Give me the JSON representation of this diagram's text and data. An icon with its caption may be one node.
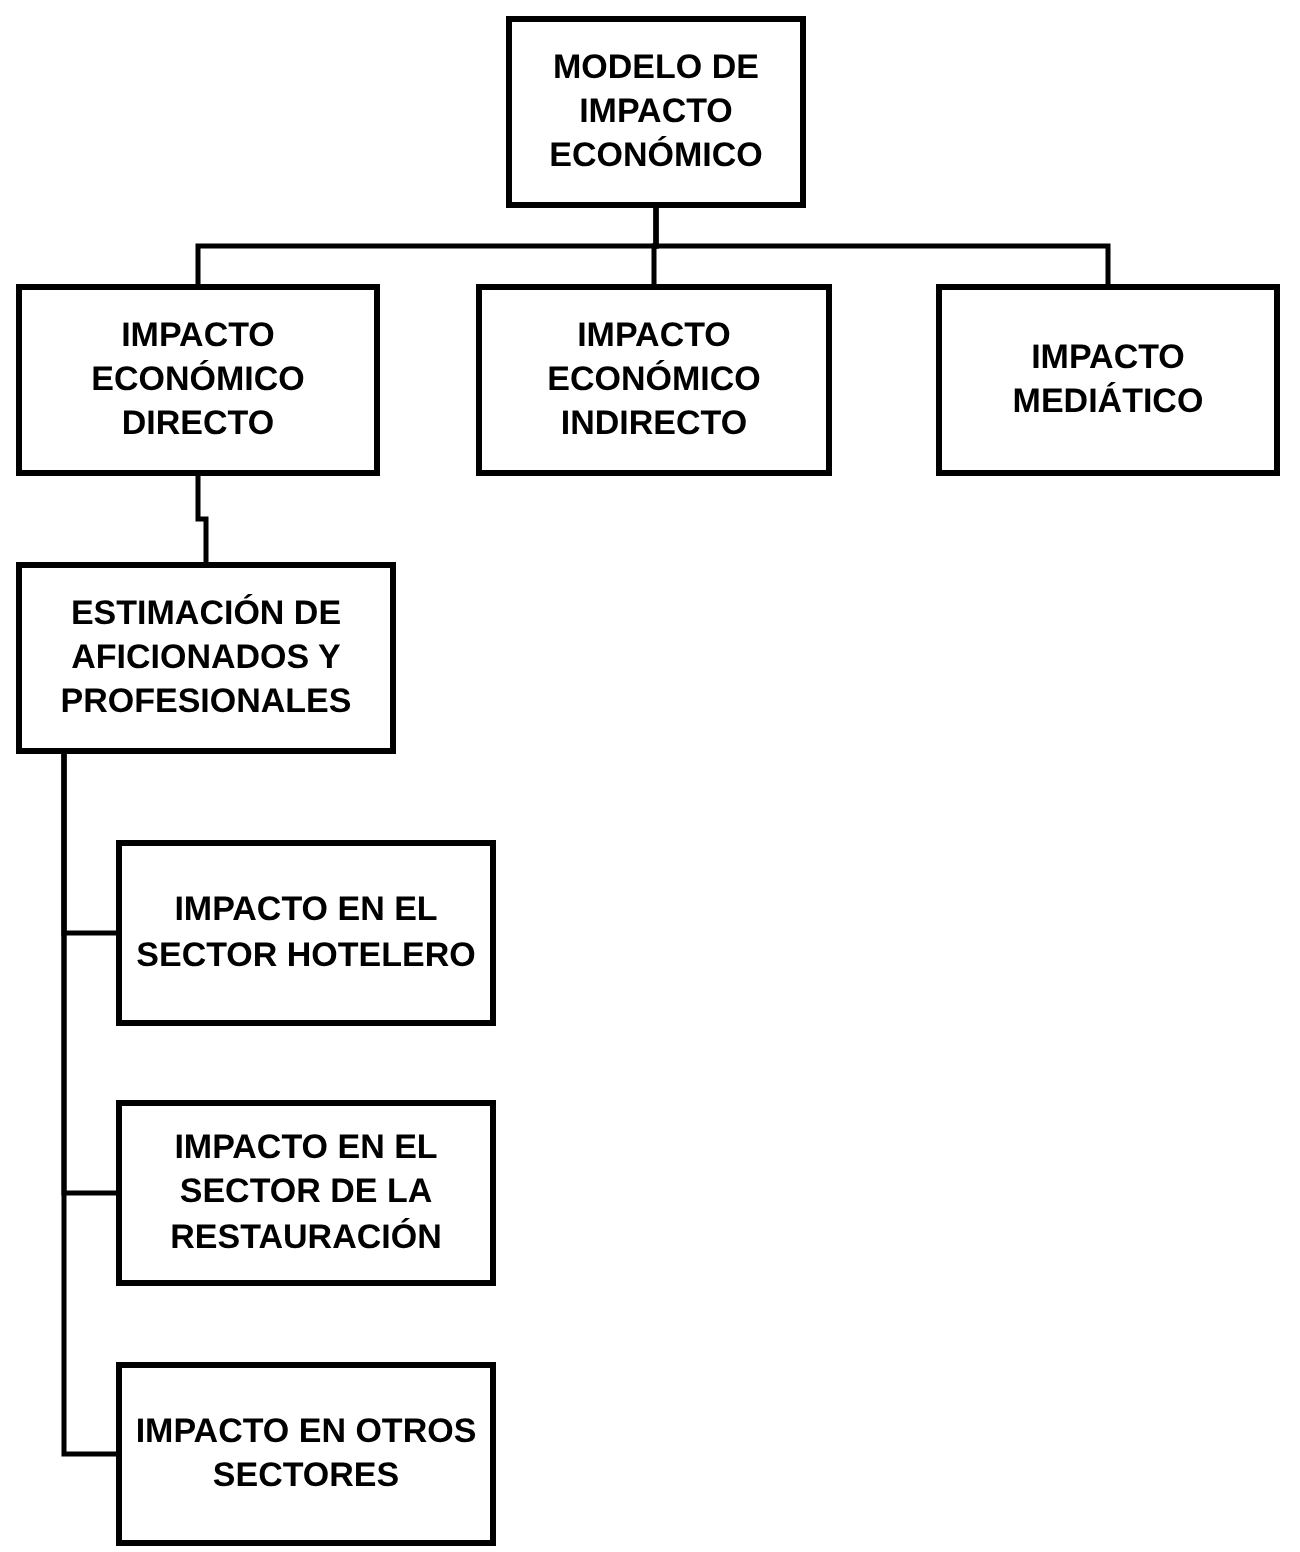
{
  "diagram": {
    "nodes": [
      {
        "text": [
          "MODELO DE IMPACTO ECONÓMICO"
        ]
      },
      {
        "text": [
          "IMPACTO ECONÓMICO DIRECTO"
        ]
      },
      {
        "text": [
          "IMPACTO ECONÓMICO INDIRECTO"
        ]
      },
      {
        "text": [
          "IMPACTO MEDIÁTICO"
        ]
      },
      {
        "text": [
          "ESTIMACIÓN DE AFICIONADOS Y PROFESIONALES"
        ]
      },
      {
        "text": [
          "IMPACTO EN EL SECTOR HOTELERO"
        ]
      },
      {
        "text": [
          "IMPACTO EN EL SECTOR DE LA RESTAURACIÓN"
        ]
      },
      {
        "text": [
          "IMPACTO EN OTROS SECTORES"
        ]
      }
    ],
    "edges": [
      {
        "from": 0,
        "to": 1,
        "arrow": "none"
      },
      {
        "from": 0,
        "to": 2,
        "arrow": "none"
      },
      {
        "from": 0,
        "to": 3,
        "arrow": "none"
      },
      {
        "from": 1,
        "to": 4,
        "arrow": "none"
      },
      {
        "from": 4,
        "to": 5,
        "arrow": "none"
      },
      {
        "from": 4,
        "to": 6,
        "arrow": "none"
      },
      {
        "from": 4,
        "to": 7,
        "arrow": "none"
      }
    ]
  }
}
